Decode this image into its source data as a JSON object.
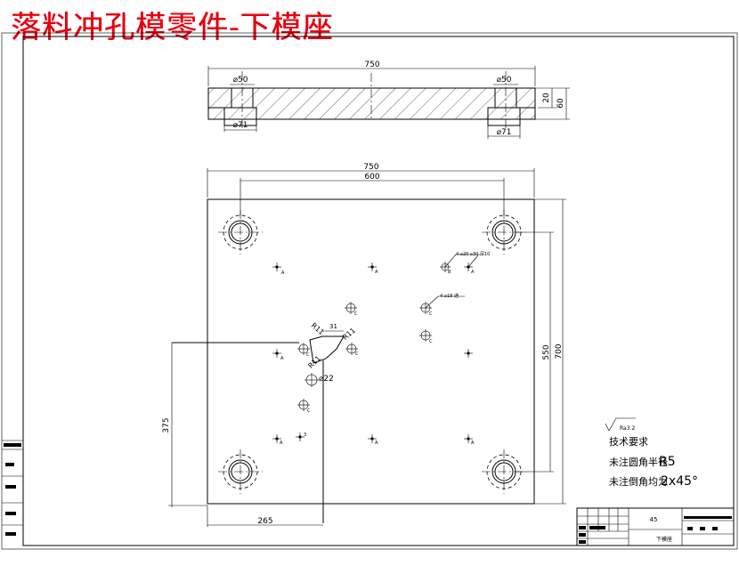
{
  "title": "落料冲孔模零件-下模座",
  "colors": {
    "title": "#e8000f",
    "line": "#000000",
    "background": "#ffffff"
  },
  "front_view": {
    "overall_length": "750",
    "bore_left": "⌀50",
    "bore_right": "⌀50",
    "counterbore_left": "⌀71",
    "counterbore_right": "⌀71",
    "step_depth": "20",
    "thickness": "60"
  },
  "top_view": {
    "overall_length": "750",
    "guide_spacing": "600",
    "height_outer": "700",
    "height_inner": "550",
    "window_height": "375",
    "window_width": "265",
    "offset_31": "31",
    "radius_a": "R11",
    "radius_b": "R11",
    "radius_c": "R11",
    "hole_22": "⌀22",
    "callout_1": "4-⌀20 ⌀30 深10",
    "callout_2": "4-⌀18 通"
  },
  "markers": {
    "a": "A",
    "b": "B",
    "c": "C",
    "three": "3"
  },
  "notes": {
    "roughness": "Ra3.2",
    "heading": "技术要求",
    "line1_prefix": "未注圆角半径",
    "line1_value": "R5",
    "line2_prefix": "未注倒角均为",
    "line2_value": "2x45°"
  },
  "title_block": {
    "material": "45",
    "part_name": "下模座"
  }
}
